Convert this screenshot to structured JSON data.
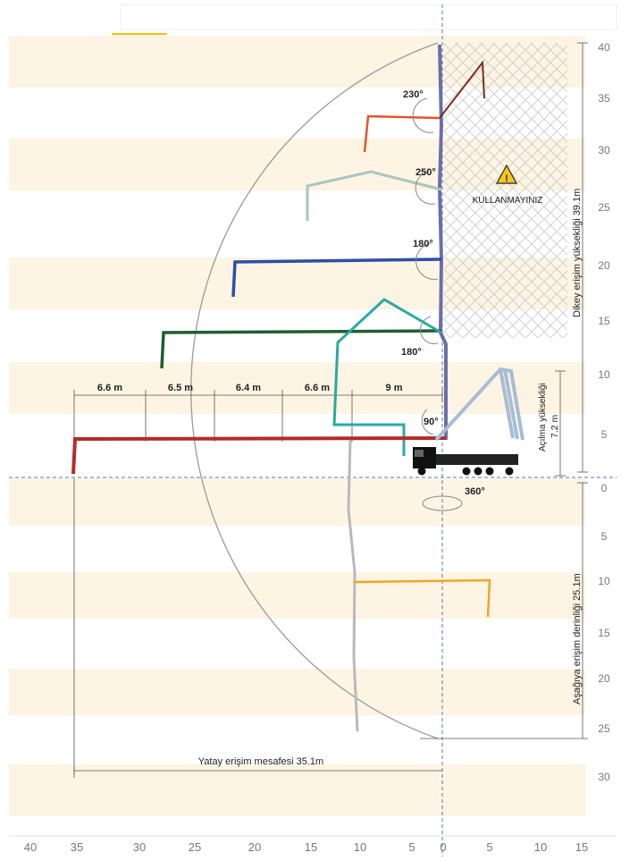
{
  "colors": {
    "band": "#fdf4e3",
    "circle": "#9a9a9a",
    "dashed_axis": "#4a7ab8",
    "boom_red": "#b52a2a",
    "boom_green": "#1f5e2e",
    "boom_blue": "#2a4fa8",
    "boom_light": "#a9c6c2",
    "boom_orange_top": "#e0562b",
    "boom_brown": "#7a2d22",
    "boom_teal": "#2aa9a3",
    "boom_purple": "#6b6fa8",
    "boom_grey": "#b9b9b9",
    "boom_yellow": "#f0a52a",
    "folded": "#a8bdd4",
    "warning": "#f6c81e"
  },
  "axes": {
    "right_top_ticks": [
      "40",
      "35",
      "30",
      "25",
      "20",
      "15",
      "10",
      "5"
    ],
    "right_bottom_ticks": [
      "0",
      "5",
      "10",
      "15",
      "20",
      "25",
      "30"
    ],
    "bottom_ticks": [
      "40",
      "35",
      "30",
      "25",
      "20",
      "15",
      "10",
      "5",
      "0",
      "5",
      "10",
      "15"
    ]
  },
  "labels": {
    "vertical_reach": "Dikey erişim yüksekliği 39.1m",
    "downward_reach": "Aşağıya erişim derinliği 25.1m",
    "horizontal_reach": "Yatay erişim mesafesi 35.1m",
    "unfold_height_line1": "Açılma yüksekliği",
    "unfold_height_line2": "7.2 m",
    "warning": "KULLANMAYINIZ"
  },
  "angles": {
    "a230": "230°",
    "a250": "250°",
    "a180_upper": "180°",
    "a180_lower": "180°",
    "a90": "90°",
    "a360": "360°"
  },
  "segments": [
    "6.6 m",
    "6.5 m",
    "6.4 m",
    "6.6 m",
    "9 m"
  ]
}
